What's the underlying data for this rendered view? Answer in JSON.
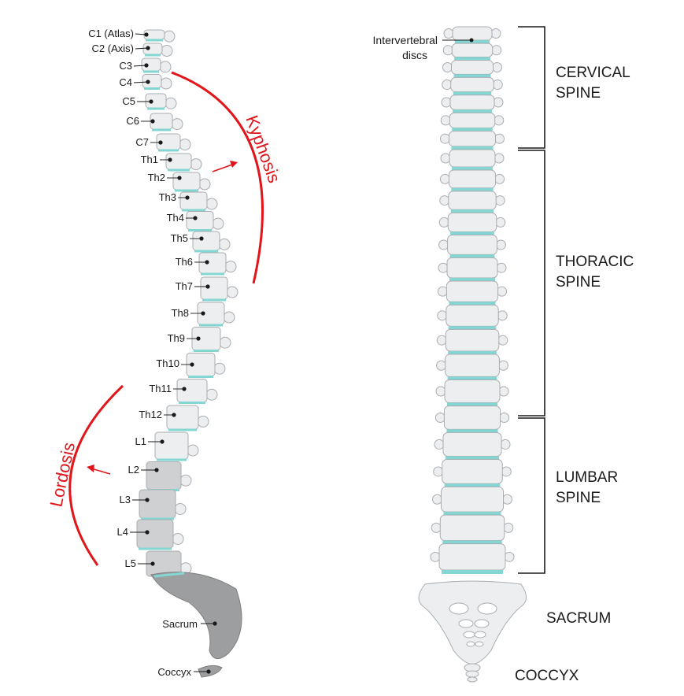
{
  "colors": {
    "bone": "#eceef0",
    "bone_stroke": "#a9adb1",
    "lumbar_bone": "#cfd0d2",
    "sacrum_gray": "#9d9e9f",
    "disc": "#84d6d3",
    "accent_red": "#e0161b",
    "ink": "#1a1a1a"
  },
  "left_labels": {
    "c1": "C1 (Atlas)",
    "c2": "C2 (Axis)",
    "c3": "C3",
    "c4": "C4",
    "c5": "C5",
    "c6": "C6",
    "c7": "C7",
    "th1": "Th1",
    "th2": "Th2",
    "th3": "Th3",
    "th4": "Th4",
    "th5": "Th5",
    "th6": "Th6",
    "th7": "Th7",
    "th8": "Th8",
    "th9": "Th9",
    "th10": "Th10",
    "th11": "Th11",
    "th12": "Th12",
    "l1": "L1",
    "l2": "L2",
    "l3": "L3",
    "l4": "L4",
    "l5": "L5",
    "sacrum": "Sacrum",
    "coccyx": "Coccyx"
  },
  "curves": {
    "kyphosis": "Kyphosis",
    "lordosis": "Lordosis"
  },
  "right_labels": {
    "discs_line1": "Intervertebral",
    "discs_line2": "discs",
    "cervical_line1": "CERVICAL",
    "cervical_line2": "SPINE",
    "thoracic_line1": "THORACIC",
    "thoracic_line2": "SPINE",
    "lumbar_line1": "LUMBAR",
    "lumbar_line2": "SPINE",
    "sacrum": "SACRUM",
    "coccyx": "COCCYX"
  }
}
